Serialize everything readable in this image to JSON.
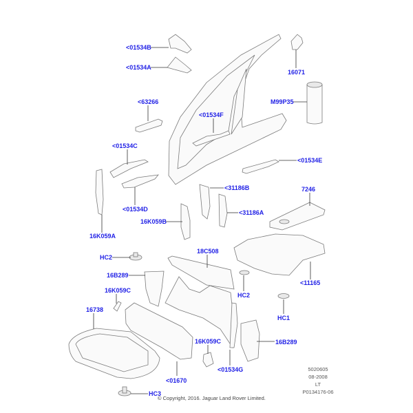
{
  "labels": {
    "l01534B": "<01534B",
    "l01534A": "<01534A",
    "l16071": "16071",
    "lM99P35": "M99P35",
    "l63266": "<63266",
    "l01534F": "<01534F",
    "l01534C": "<01534C",
    "l01534E": "<01534E",
    "l31186B": "<31186B",
    "l7246": "7246",
    "l01534D": "<01534D",
    "l31186A": "<31186A",
    "l16K059B": "16K059B",
    "l16K059A": "16K059A",
    "lHC2a": "HC2",
    "l18C508": "18C508",
    "l16B289a": "16B289",
    "l11165": "<11165",
    "l16K059Ca": "16K059C",
    "lHC2b": "HC2",
    "l16738": "16738",
    "lHC1": "HC1",
    "l16K059Cb": "16K059C",
    "l16B289b": "16B289",
    "l01534G": "<01534G",
    "l01670": "<01670",
    "lHC3": "HC3"
  },
  "meta": {
    "code": "5020605",
    "date": "08-2008",
    "region": "LT",
    "ref": "P0134176-06"
  },
  "copyright": "© Copyright, 2016. Jaguar Land Rover Limited.",
  "colors": {
    "label": "#1f1fe6",
    "lines": "#333333"
  }
}
